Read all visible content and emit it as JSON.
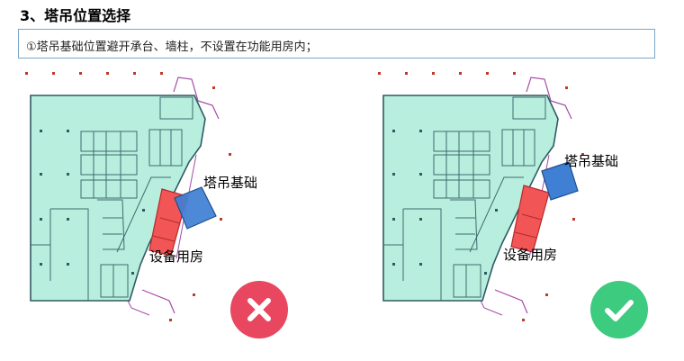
{
  "heading": "3、塔吊位置选择",
  "note": "①塔吊基础位置避开承台、墙柱，不设置在功能用房内；",
  "left_plan": {
    "crane_label": "塔吊基础",
    "equipment_label": "设备用房",
    "verdict_icon": "cross-icon",
    "verdict_color": "#e8475f"
  },
  "right_plan": {
    "crane_label": "塔吊基础",
    "equipment_label": "设备用房",
    "verdict_icon": "check-icon",
    "verdict_color": "#3ccb7f"
  },
  "colors": {
    "floor_fill": "#b8eedd",
    "equipment_room": "#f25555",
    "crane_base": "#3f7fd4",
    "outline": "#2f5a63",
    "boundary_line": "#a64aa6"
  }
}
